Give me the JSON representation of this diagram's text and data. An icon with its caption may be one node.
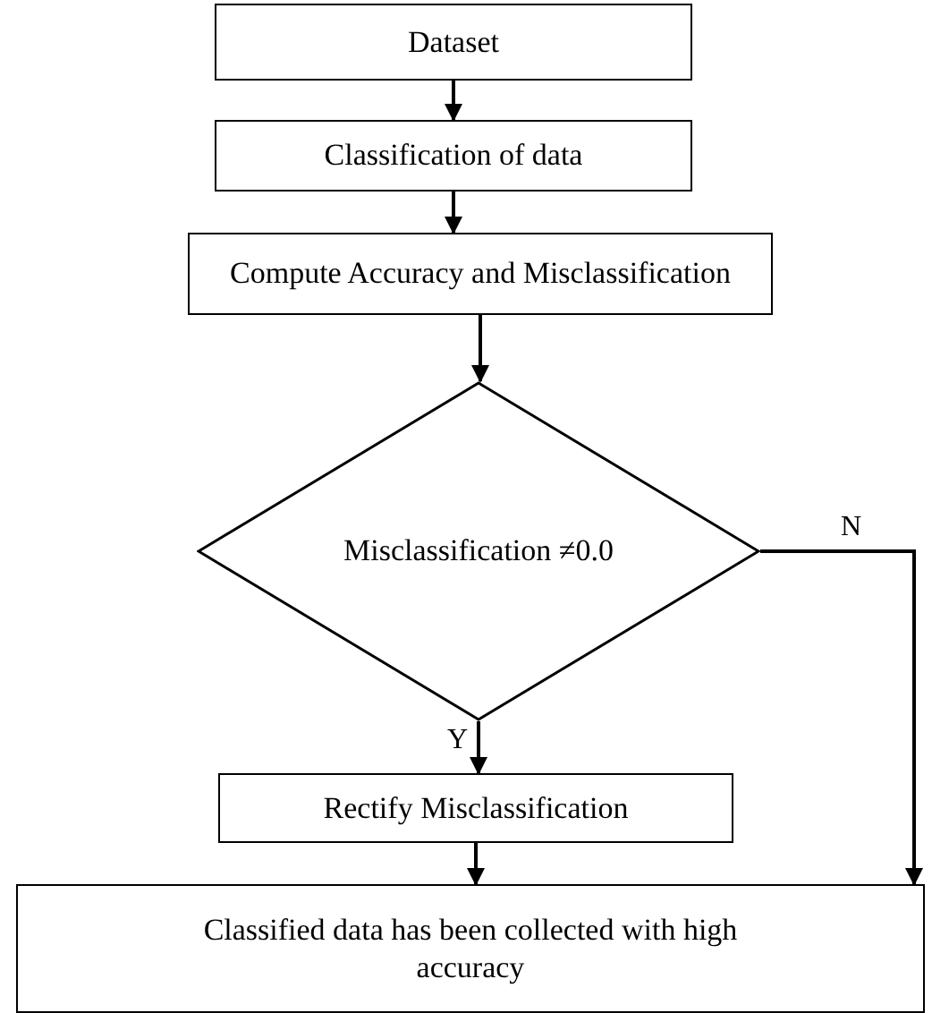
{
  "diagram": {
    "nodes": [
      {
        "text": [
          "Dataset"
        ]
      },
      {
        "text": [
          "Classification of data"
        ]
      },
      {
        "text": [
          "Compute Accuracy and Misclassification"
        ]
      },
      {
        "text": [
          "Misclassification ≠0.0"
        ]
      },
      {
        "text": [
          "Rectify Misclassification"
        ]
      },
      {
        "text": [
          "Classified data has been collected with high accuracy"
        ]
      }
    ],
    "edges": [
      {
        "from": 0,
        "to": 1,
        "arrow": "to"
      },
      {
        "from": 1,
        "to": 2,
        "arrow": "to"
      },
      {
        "from": 2,
        "to": 3,
        "arrow": "to"
      },
      {
        "from": 3,
        "to": 4,
        "arrow": "to",
        "label": "Y"
      },
      {
        "from": 4,
        "to": 5,
        "arrow": "to"
      },
      {
        "from": 3,
        "to": 5,
        "arrow": "to",
        "label": "N"
      }
    ]
  }
}
